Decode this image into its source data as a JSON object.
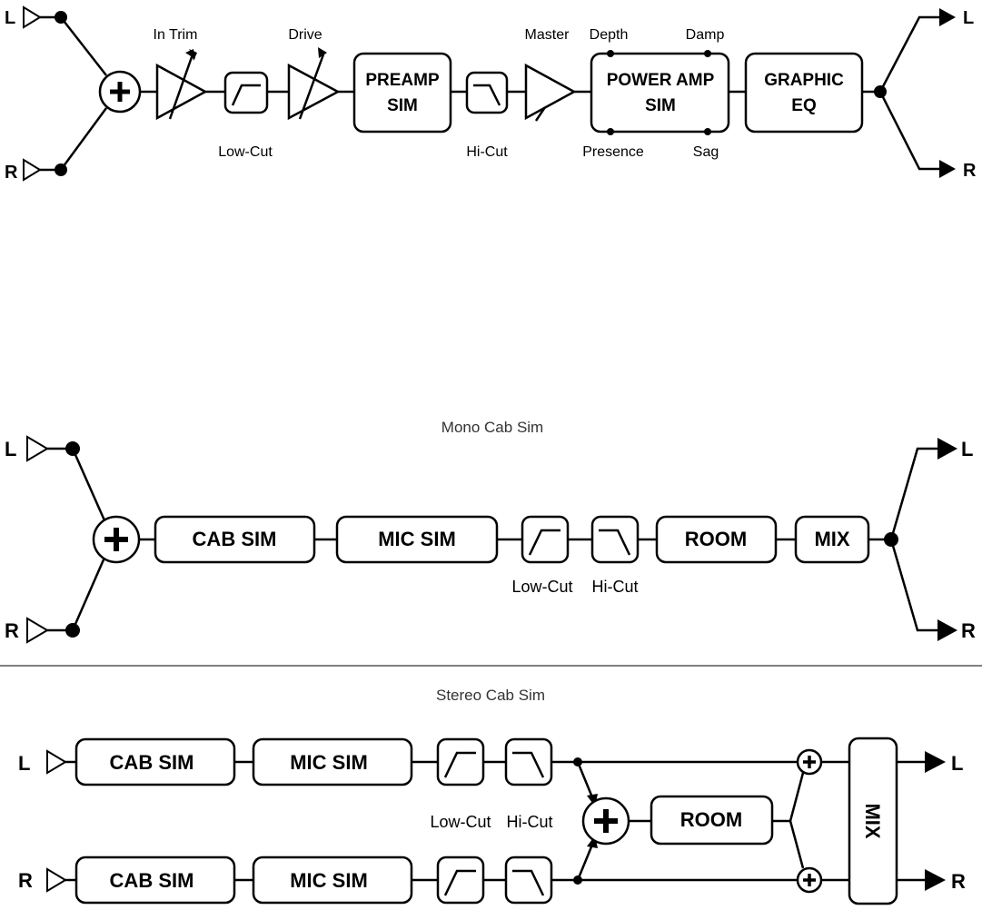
{
  "amp": {
    "inputs": {
      "left": "L",
      "right": "R"
    },
    "outputs": {
      "left": "L",
      "right": "R"
    },
    "labels": {
      "in_trim": "In Trim",
      "drive": "Drive",
      "low_cut": "Low-Cut",
      "hi_cut": "Hi-Cut",
      "master": "Master",
      "depth": "Depth",
      "damp": "Damp",
      "presence": "Presence",
      "sag": "Sag"
    },
    "blocks": {
      "preamp_line1": "PREAMP",
      "preamp_line2": "SIM",
      "power_line1": "POWER AMP",
      "power_line2": "SIM",
      "geq_line1": "GRAPHIC",
      "geq_line2": "EQ"
    }
  },
  "mono": {
    "caption": "Mono Cab Sim",
    "inputs": {
      "left": "L",
      "right": "R"
    },
    "outputs": {
      "left": "L",
      "right": "R"
    },
    "blocks": {
      "cab": "CAB SIM",
      "mic": "MIC SIM",
      "room": "ROOM",
      "mix": "MIX"
    },
    "labels": {
      "low_cut": "Low-Cut",
      "hi_cut": "Hi-Cut"
    }
  },
  "stereo": {
    "caption": "Stereo Cab Sim",
    "inputs": {
      "left": "L",
      "right": "R"
    },
    "outputs": {
      "left": "L",
      "right": "R"
    },
    "blocks": {
      "cab_l": "CAB SIM",
      "mic_l": "MIC SIM",
      "cab_r": "CAB SIM",
      "mic_r": "MIC SIM",
      "room": "ROOM",
      "mix": "MIX"
    },
    "labels": {
      "low_cut": "Low-Cut",
      "hi_cut": "Hi-Cut"
    }
  }
}
